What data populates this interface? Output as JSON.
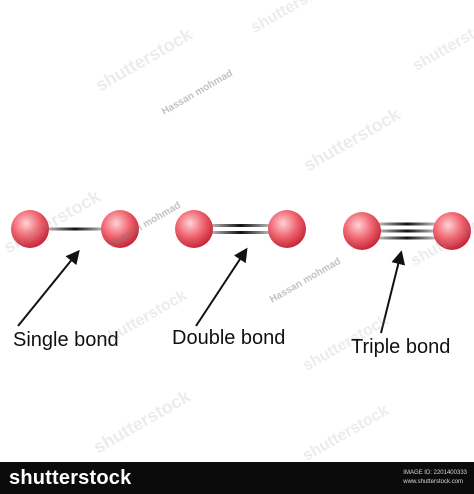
{
  "diagram": {
    "colors": {
      "atom_light": "#ffd2d6",
      "atom_mid": "#f06570",
      "atom_dark": "#c7283a",
      "bond": "#1a1a1a",
      "arrow": "#111111"
    },
    "molecules": [
      {
        "label": "Single bond",
        "bond_count": 1
      },
      {
        "label": "Double bond",
        "bond_count": 2
      },
      {
        "label": "Triple bond",
        "bond_count": 3
      }
    ]
  },
  "watermark": {
    "brand": "shutterstock",
    "author": "Hassan mohmad"
  },
  "footer": {
    "brand": "shutterstock",
    "image_id_label": "IMAGE ID: 2201400333",
    "site": "www.shutterstock.com"
  }
}
